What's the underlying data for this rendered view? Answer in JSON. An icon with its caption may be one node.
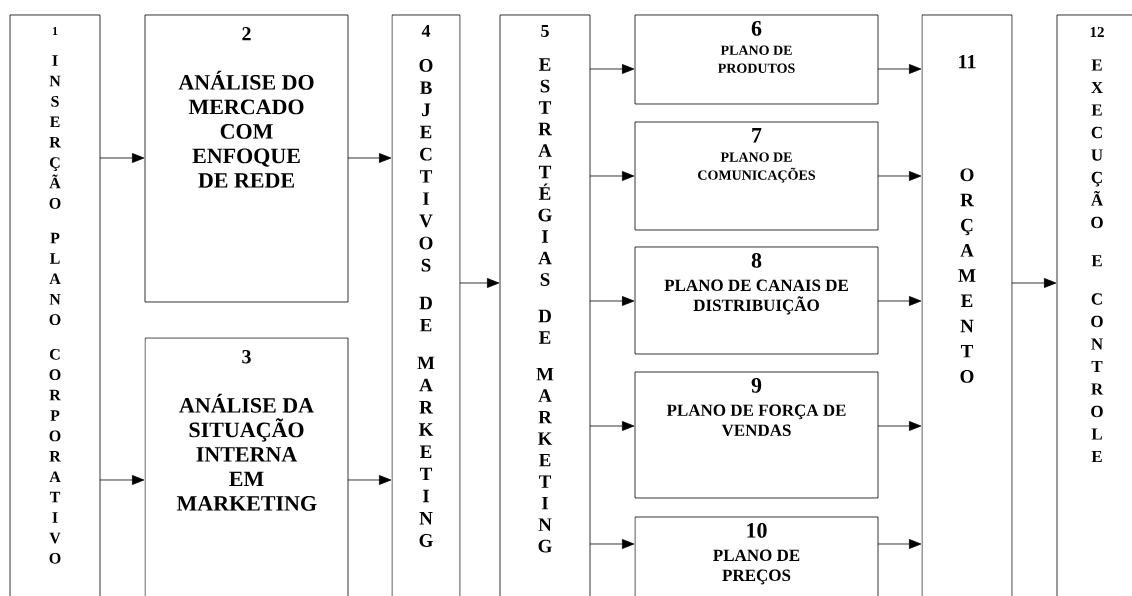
{
  "diagram": {
    "nodes": [
      {
        "text": [
          "1",
          "INSERÇÃO PLANO CORPORATIVO"
        ]
      },
      {
        "text": [
          "2",
          "ANÁLISE DO MERCADO COM ENFOQUE DE REDE"
        ]
      },
      {
        "text": [
          "3",
          "ANÁLISE DA SITUAÇÃO INTERNA EM MARKETING"
        ]
      },
      {
        "text": [
          "4",
          "OBJECTIVOS DE MARKETING"
        ]
      },
      {
        "text": [
          "5",
          "ESTRATÉGIAS DE MARKETING"
        ]
      },
      {
        "text": [
          "6",
          "PLANO DE PRODUTOS"
        ]
      },
      {
        "text": [
          "7",
          "PLANO DE COMUNICAÇÕES"
        ]
      },
      {
        "text": [
          "8",
          "PLANO DE CANAIS DE DISTRIBUIÇÃO"
        ]
      },
      {
        "text": [
          "9",
          "PLANO DE FORÇA DE VENDAS"
        ]
      },
      {
        "text": [
          "10",
          "PLANO DE PREÇOS"
        ]
      },
      {
        "text": [
          "11",
          "ORÇAMENTO"
        ]
      },
      {
        "text": [
          "12",
          "EXECUÇÃO E CONTROLE"
        ]
      }
    ],
    "edges": [
      {
        "from": 0,
        "to": 1,
        "arrow": "to"
      },
      {
        "from": 0,
        "to": 2,
        "arrow": "to"
      },
      {
        "from": 1,
        "to": 3,
        "arrow": "to"
      },
      {
        "from": 2,
        "to": 3,
        "arrow": "to"
      },
      {
        "from": 3,
        "to": 4,
        "arrow": "to"
      },
      {
        "from": 4,
        "to": 5,
        "arrow": "to"
      },
      {
        "from": 4,
        "to": 6,
        "arrow": "to"
      },
      {
        "from": 4,
        "to": 7,
        "arrow": "to"
      },
      {
        "from": 4,
        "to": 8,
        "arrow": "to"
      },
      {
        "from": 4,
        "to": 9,
        "arrow": "to"
      },
      {
        "from": 5,
        "to": 10,
        "arrow": "to"
      },
      {
        "from": 6,
        "to": 10,
        "arrow": "to"
      },
      {
        "from": 7,
        "to": 10,
        "arrow": "to"
      },
      {
        "from": 8,
        "to": 10,
        "arrow": "to"
      },
      {
        "from": 9,
        "to": 10,
        "arrow": "to"
      },
      {
        "from": 10,
        "to": 11,
        "arrow": "to"
      }
    ]
  }
}
